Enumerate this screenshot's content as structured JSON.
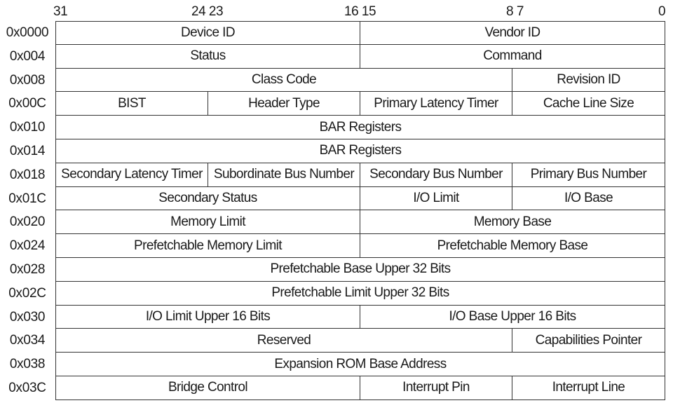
{
  "bit_labels": {
    "b31": "31",
    "b24_23": "24 23",
    "b16_15": "16 15",
    "b8_7": "8 7",
    "b0": "0"
  },
  "registers": [
    {
      "offset": "0x0000",
      "fields": [
        "Device ID",
        "Vendor ID"
      ]
    },
    {
      "offset": "0x004",
      "fields": [
        "Status",
        "Command"
      ]
    },
    {
      "offset": "0x008",
      "fields": [
        "Class Code",
        "Revision ID"
      ]
    },
    {
      "offset": "0x00C",
      "fields": [
        "BIST",
        "Header Type",
        "Primary Latency Timer",
        "Cache Line Size"
      ]
    },
    {
      "offset": "0x010",
      "fields": [
        "BAR Registers"
      ]
    },
    {
      "offset": "0x014",
      "fields": [
        "BAR Registers"
      ]
    },
    {
      "offset": "0x018",
      "fields": [
        "Secondary Latency Timer",
        "Subordinate Bus Number",
        "Secondary Bus Number",
        "Primary Bus Number"
      ]
    },
    {
      "offset": "0x01C",
      "fields": [
        "Secondary Status",
        "I/O Limit",
        "I/O Base"
      ]
    },
    {
      "offset": "0x020",
      "fields": [
        "Memory Limit",
        "Memory Base"
      ]
    },
    {
      "offset": "0x024",
      "fields": [
        "Prefetchable Memory Limit",
        "Prefetchable Memory Base"
      ]
    },
    {
      "offset": "0x028",
      "fields": [
        "Prefetchable Base Upper 32 Bits"
      ]
    },
    {
      "offset": "0x02C",
      "fields": [
        "Prefetchable Limit Upper 32 Bits"
      ]
    },
    {
      "offset": "0x030",
      "fields": [
        "I/O Limit Upper 16 Bits",
        "I/O Base Upper 16 Bits"
      ]
    },
    {
      "offset": "0x034",
      "fields": [
        "Reserved",
        "Capabilities Pointer"
      ]
    },
    {
      "offset": "0x038",
      "fields": [
        "Expansion ROM Base Address"
      ]
    },
    {
      "offset": "0x03C",
      "fields": [
        "Bridge Control",
        "Interrupt Pin",
        "Interrupt Line"
      ]
    }
  ]
}
